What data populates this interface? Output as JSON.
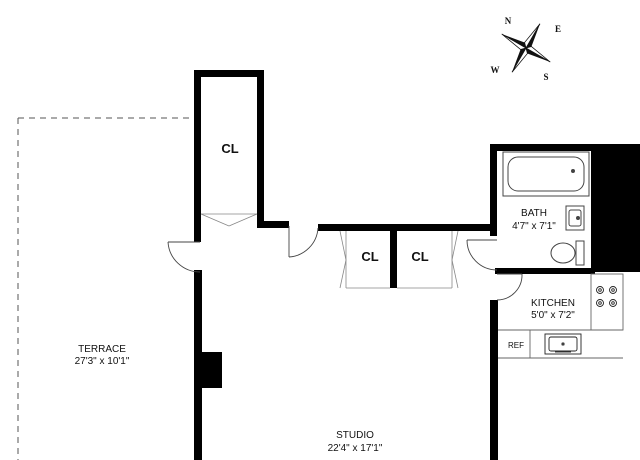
{
  "rooms": {
    "terrace": {
      "name": "TERRACE",
      "dims": "27'3\" x 10'1\""
    },
    "studio": {
      "name": "STUDIO",
      "dims": "22'4\" x 17'1\""
    },
    "bath": {
      "name": "BATH",
      "dims": "4'7\" x 7'1\""
    },
    "kitchen": {
      "name": "KITCHEN",
      "dims": "5'0\" x 7'2\""
    }
  },
  "closets": {
    "tall": "CL",
    "left": "CL",
    "right": "CL"
  },
  "appliances": {
    "ref": "REF"
  },
  "compass": {
    "n": "N",
    "e": "E",
    "s": "S",
    "w": "W"
  }
}
